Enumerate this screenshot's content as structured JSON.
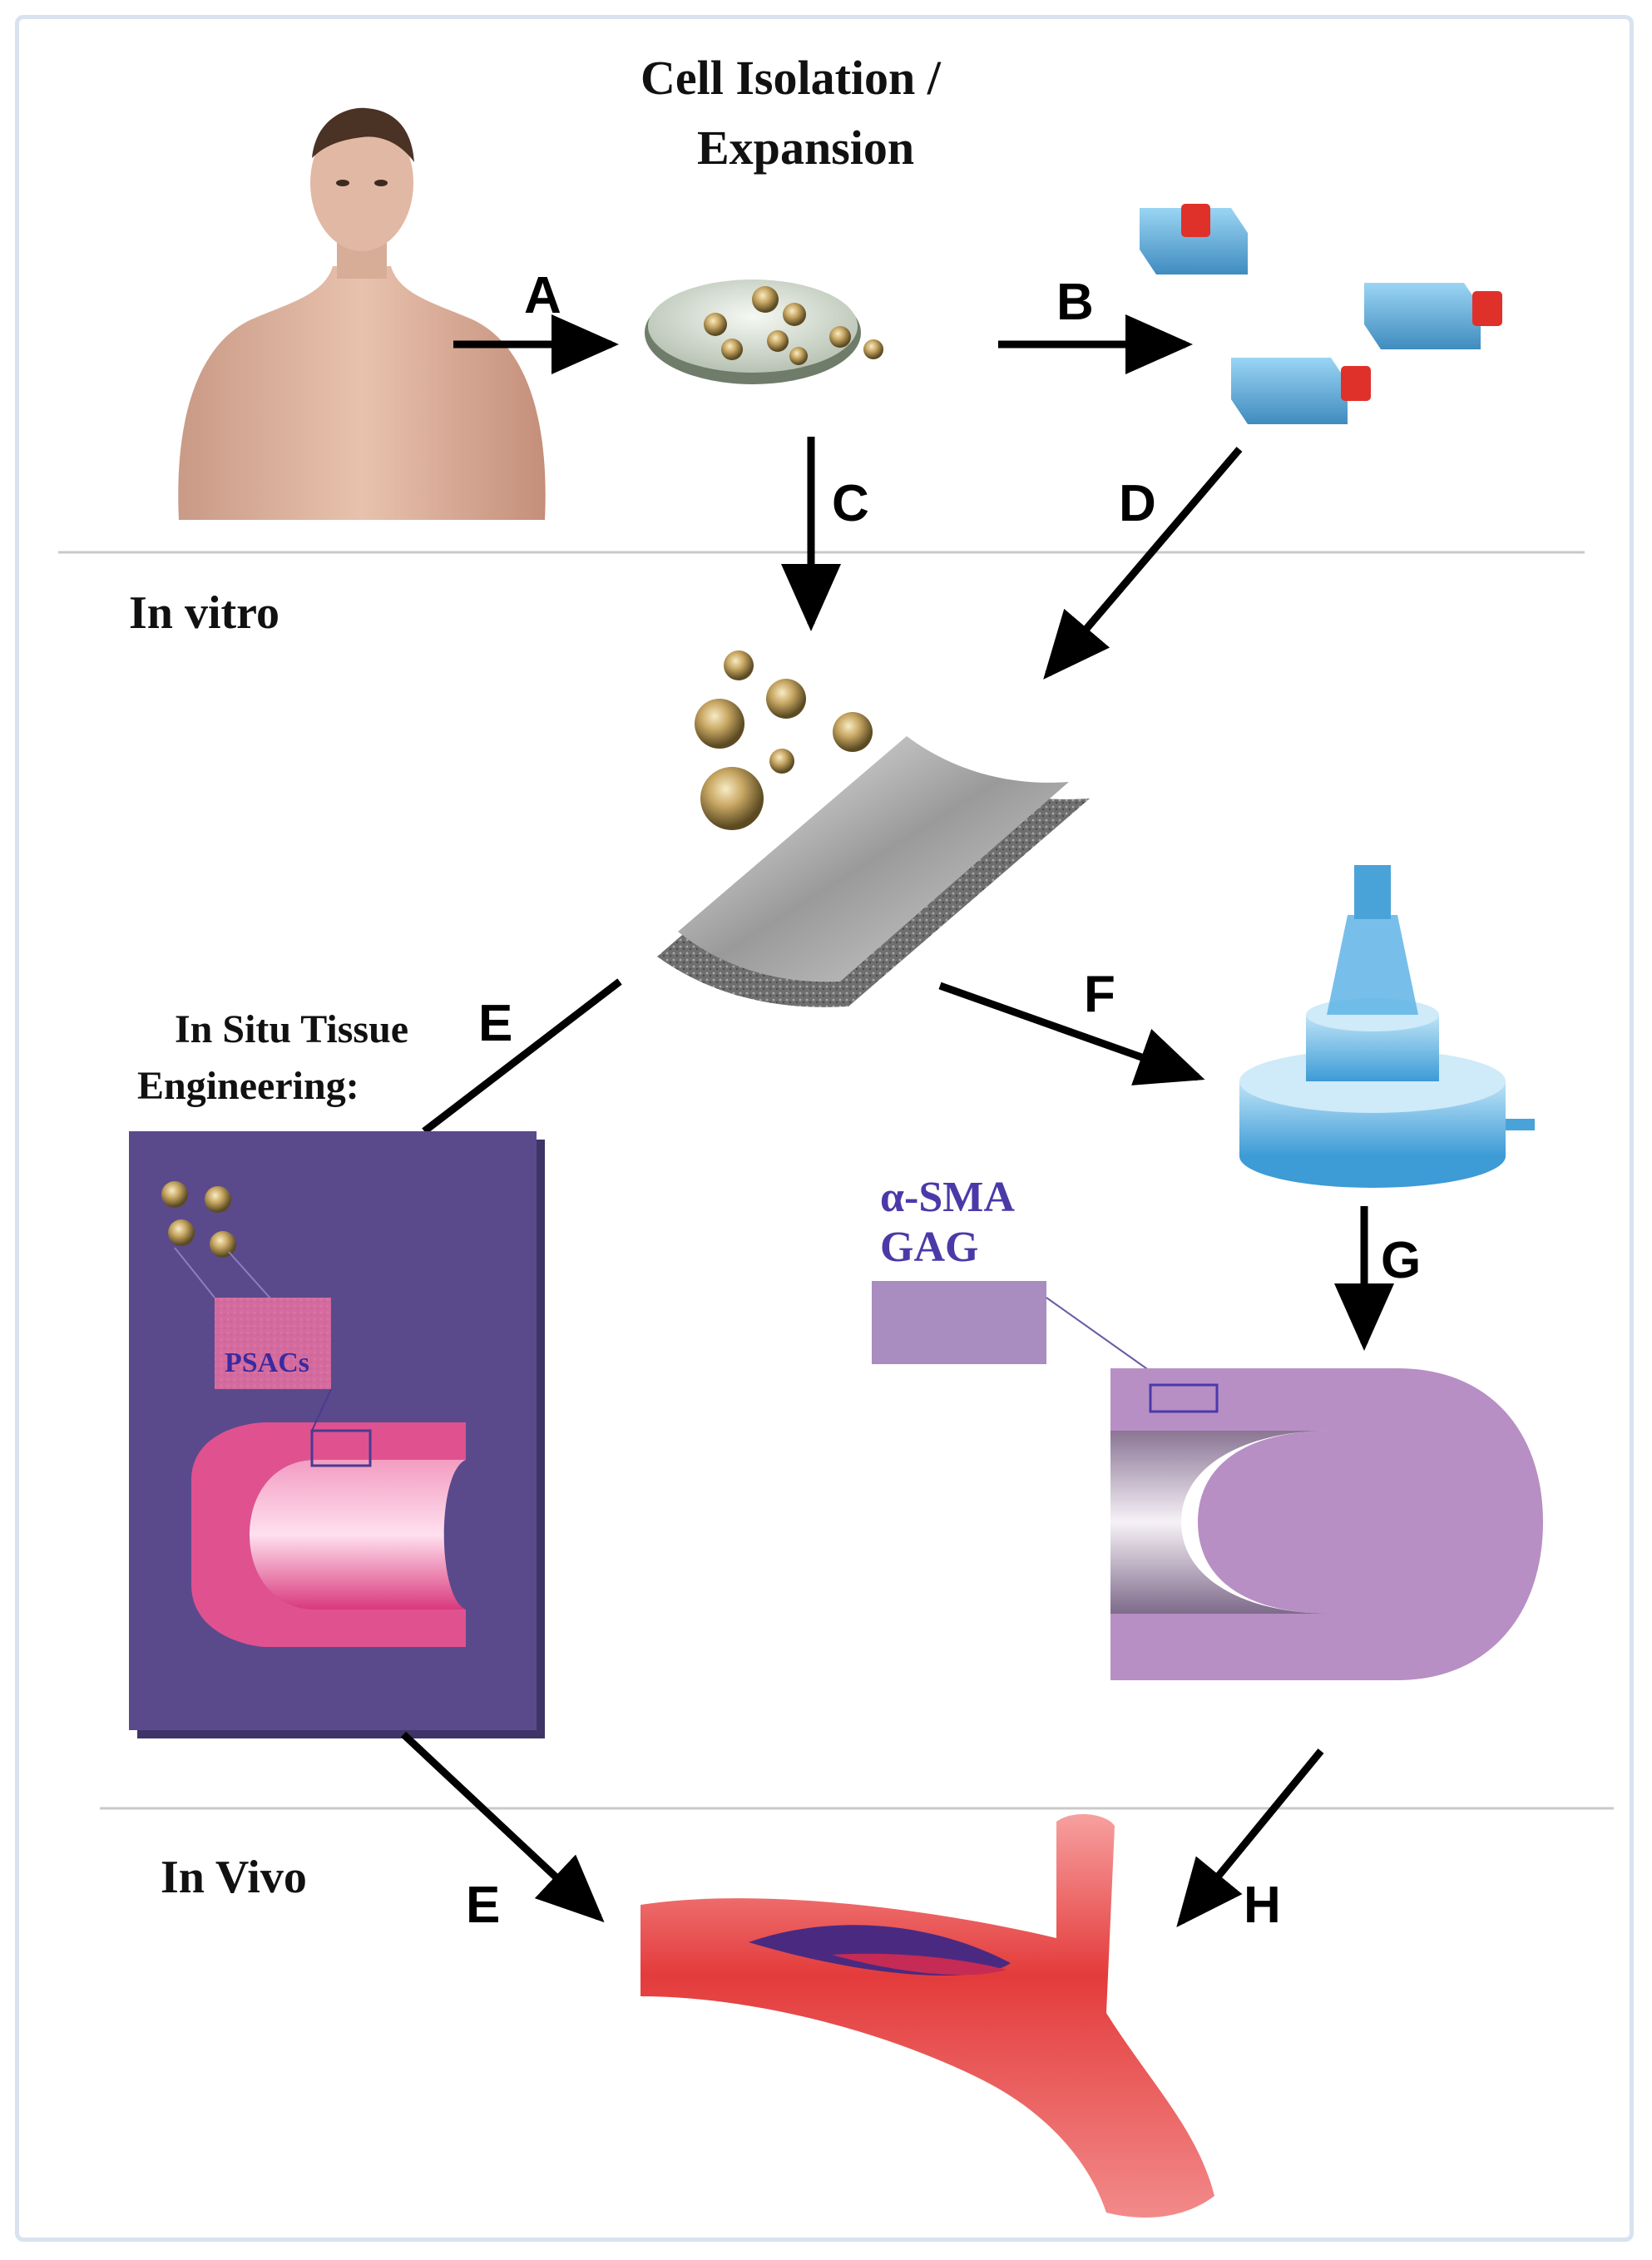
{
  "title_line1": "Cell Isolation /",
  "title_line2": "Expansion",
  "stage_invitro": "In vitro",
  "stage_invivo": "In Vivo",
  "insitu_line1": "In Situ Tissue",
  "insitu_line2": "Engineering:",
  "psacs": "PSACs",
  "marker1": "α-SMA",
  "marker2": "GAG",
  "steps": {
    "A": "A",
    "B": "B",
    "C": "C",
    "D": "D",
    "E1": "E",
    "E2": "E",
    "F": "F",
    "G": "G",
    "H": "H"
  },
  "colors": {
    "divider": "#c9c9c9",
    "panel": "#5a4a8c",
    "pink_tissue": "#e0528f",
    "purple_tissue": "#b78fc4",
    "vessel": "#e84a4a",
    "flask": "#4aa3d8",
    "cap": "#e0302a",
    "bioreactor": "#5fb4e6",
    "marker_text": "#4a3aa8"
  }
}
